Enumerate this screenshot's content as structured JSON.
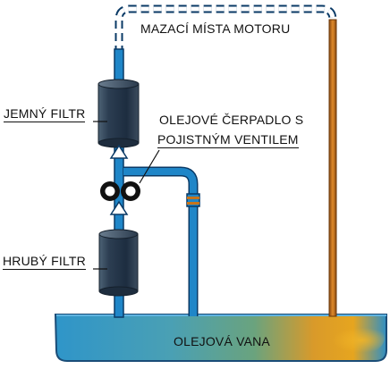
{
  "labels": {
    "top": "MAZACÍ MÍSTA MOTORU",
    "fine_filter": "JEMNÝ FILTR",
    "pump_line1": "OLEJOVÉ ČERPADLO S",
    "pump_line2": "POJISTNÝM VENTILEM",
    "coarse_filter": "HRUBÝ FILTR",
    "sump": "OLEJOVÁ VANA"
  },
  "colors": {
    "oil_blue": "#1f86c8",
    "pipe_outline": "#0a3a66",
    "filter_dark": "#223a52",
    "return_oil": "#c8741a",
    "sump_hot": "#e8a21a"
  }
}
